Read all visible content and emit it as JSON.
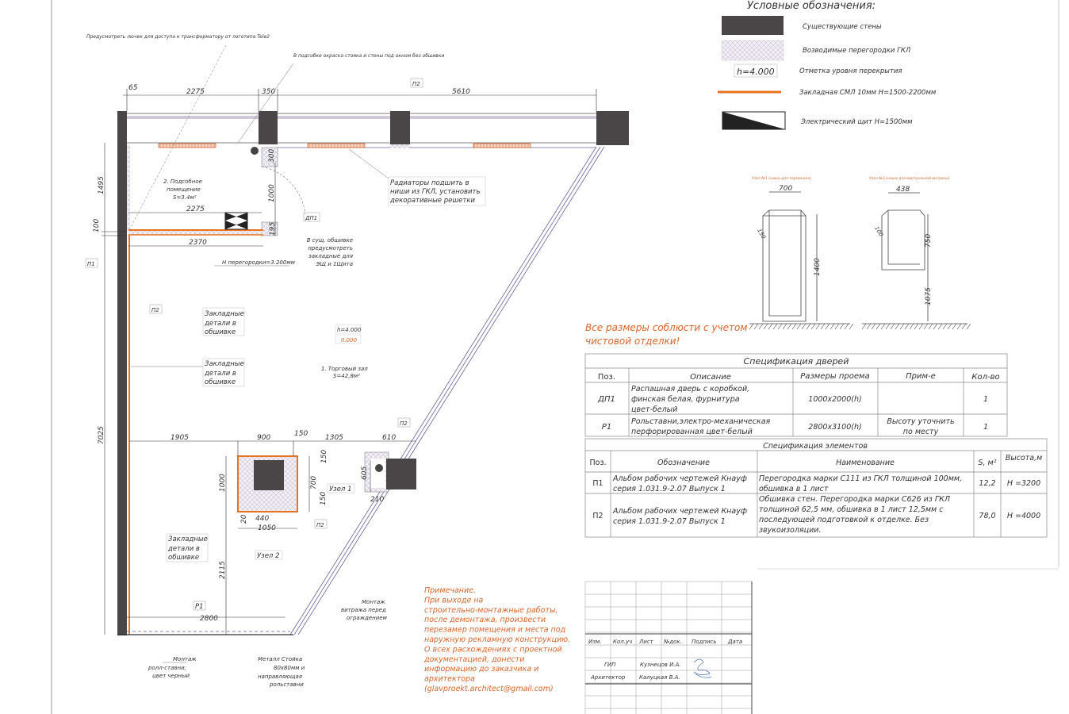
{
  "legend": {
    "title": "Условные обозначения:",
    "items": [
      {
        "label": "Существующие стены"
      },
      {
        "label": "Возводимые перегородки  ГКЛ"
      },
      {
        "symbol": "h=4.000",
        "label": "Отметка уровня перекрытия"
      },
      {
        "label": "Закладная СМЛ 10мм Н=1500-2200мм"
      },
      {
        "label": "Электрический щит Н=1500мм"
      }
    ],
    "colors": {
      "wall": "#4a4546",
      "embed": "#e8731f",
      "partition": "#c9c3d6"
    }
  },
  "plan": {
    "notes": {
      "hatch": "Предусмотреть лючек для доступа к трансформатору от логотипа Tele2",
      "paint": "В подсобке окраска стояка и стены под окном без обшивки",
      "radiators": [
        "Радиаторы подшить в",
        "ниши из ГКЛ, установить",
        "декоративные решетки"
      ],
      "existing_lining": [
        "В сущ. обшивке",
        "предусмотреть",
        "закладные для",
        "ЭЩ и 1Щита"
      ],
      "partition_height": "Н перегородки=3.200мм",
      "embedded1": [
        "Закладные",
        "детали в",
        "обшивке"
      ],
      "embedded2": [
        "Закладные",
        "детали в",
        "обшивке"
      ],
      "embedded3": [
        "Закладные",
        "детали в",
        "обшивке"
      ],
      "rollshutter": [
        "Монтаж",
        "ролл-ставни,",
        "цвет черный"
      ],
      "post": [
        "Металл Стойка",
        "80х80мм и",
        "направляющая",
        "рольставни"
      ],
      "vitrage": [
        "Монтаж",
        "витража перед",
        "ограждением"
      ]
    },
    "rooms": {
      "backroom": [
        "2. Подсобное",
        "помещение",
        "S=3.4м²"
      ],
      "hall": [
        "1. Торговый зал",
        "S=42,8м²"
      ],
      "level": "h=4.000",
      "floor_level": "0.000"
    },
    "tags": {
      "p1": "П1",
      "p2": "П2",
      "dp1": "ДП1",
      "r1": "Р1",
      "node1": "Узел 1",
      "node2": "Узел 2"
    },
    "dims": {
      "top": [
        "65",
        "2275",
        "350",
        "5610"
      ],
      "left": [
        "1495",
        "100",
        "7025"
      ],
      "backroom": [
        "2275",
        "2370",
        "300",
        "1000",
        "195"
      ],
      "row": [
        "1905",
        "900",
        "150",
        "1305",
        "610"
      ],
      "column": [
        "150",
        "700",
        "150",
        "1000",
        "20",
        "440",
        "1050",
        "605",
        "210"
      ],
      "bottom": [
        "2115",
        "2800"
      ]
    }
  },
  "nodes": {
    "node1": {
      "title": "Узел №1 (ниша для терминала)",
      "width": "700",
      "depth": "150",
      "height": "1400"
    },
    "node2": {
      "title": "Узел №2 (ниша для виртуальной витрины)",
      "width": "438",
      "depth": "100",
      "height": "750",
      "elevation": "1075"
    }
  },
  "warning": [
    "Все размеры соблюсти с учетом",
    "чистовой отделки!"
  ],
  "doors_spec": {
    "title": "Спецификация дверей",
    "headers": [
      "Поз.",
      "Описание",
      "Размеры проема",
      "Прим-е",
      "Кол-во"
    ],
    "rows": [
      {
        "pos": "ДП1",
        "desc": [
          "Распашная дверь с коробкой,",
          "финская белая, фурнитура",
          "цвет-белый"
        ],
        "size": "1000x2000(h)",
        "note": [],
        "qty": "1"
      },
      {
        "pos": "Р1",
        "desc": [
          "Рольставни,электро-механическая",
          "перфорированная цвет-белый"
        ],
        "size": "2800x3100(h)",
        "note": [
          "Высоту уточнить",
          "по месту"
        ],
        "qty": "1"
      }
    ]
  },
  "elements_spec": {
    "title": "Спецификация элементов",
    "headers": [
      "Поз.",
      "Обозначение",
      "Наименование",
      "S, м²",
      "Высота,м"
    ],
    "rows": [
      {
        "pos": "П1",
        "ref": [
          "Альбом рабочих чертежей Кнауф",
          "серия 1.031.9-2.07    Выпуск 1"
        ],
        "name": [
          "Перегородка марки С111 из ГКЛ толщиной 100мм,",
          "обшивка в 1 лист"
        ],
        "area": "12,2",
        "height": "Н =3200"
      },
      {
        "pos": "П2",
        "ref": [
          "Альбом рабочих чертежей Кнауф",
          "серия 1.031.9-2.07    Выпуск 1"
        ],
        "name": [
          "Обшивка стен. Перегородка марки С626 из ГКЛ",
          "толщиной 62,5 мм, обшивка в 1 лист 12,5мм с",
          "последующей подготовкой к отделке. Без",
          "звукоизоляции."
        ],
        "area": "78,0",
        "height": "Н =4000"
      }
    ]
  },
  "remark": {
    "lines": [
      "Примечание.",
      "При выходе на",
      "строительно-монтажные  работы,",
      "после демонтажа, произвести",
      "перезамер помещения и места под",
      "наружную рекламную конструкцию.",
      "О всех расхождениях с проектной",
      "документацией, донести",
      "информацию до заказчика и",
      "архитектора",
      "(glavproekt.architect@gmail.com)"
    ]
  },
  "title_block": {
    "headers": [
      "Изм.",
      "Кол.уч",
      "Лист",
      "№док.",
      "Подпись",
      "Дата"
    ],
    "people": [
      {
        "role": "ГИП",
        "name": "Кузнецов И.А."
      },
      {
        "role": "Архитектор",
        "name": "Калуцкая В.А."
      }
    ]
  }
}
